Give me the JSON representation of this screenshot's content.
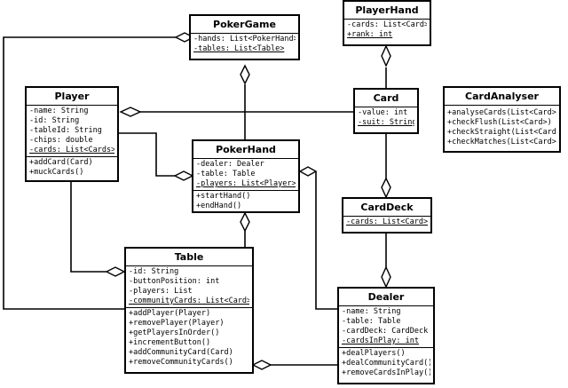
{
  "classes": {
    "poker_game": {
      "name": "PokerGame",
      "attributes": [
        "-hands: List<PokerHand>",
        "-tables: List<Table>"
      ],
      "operations": []
    },
    "player_hand": {
      "name": "PlayerHand",
      "attributes": [
        "-cards: List<Card>",
        "+rank: int"
      ],
      "operations": []
    },
    "player": {
      "name": "Player",
      "attributes": [
        "-name: String",
        "-id: String",
        "-tableId: String",
        "-chips: double",
        "-cards: List<Cards>"
      ],
      "operations": [
        "+addCard(Card)",
        "+muckCards()"
      ]
    },
    "card": {
      "name": "Card",
      "attributes": [
        "-value: int",
        "-suit: String"
      ],
      "operations": []
    },
    "card_analyser": {
      "name": "CardAnalyser",
      "attributes": [],
      "operations": [
        "+analyseCards(List<Card>)",
        "+checkFlush(List<Card>)",
        "+checkStraight(List<Card>)",
        "+checkMatches(List<Card>)"
      ]
    },
    "poker_hand": {
      "name": "PokerHand",
      "attributes": [
        "-dealer: Dealer",
        "-table: Table",
        "-players: List<Player>"
      ],
      "operations": [
        "+startHand()",
        "+endHand()"
      ]
    },
    "card_deck": {
      "name": "CardDeck",
      "attributes": [
        "-cards: List<Card>"
      ],
      "operations": []
    },
    "table": {
      "name": "Table",
      "attributes": [
        "-id: String",
        "-buttonPosition: int",
        "-players: List",
        "-communityCards: List<Card>"
      ],
      "operations": [
        "+addPlayer(Player)",
        "+removePlayer(Player)",
        "+getPlayersInOrder()",
        "+incrementButton()",
        "+addCommunityCard(Card)",
        "+removeCommunityCards()"
      ]
    },
    "dealer": {
      "name": "Dealer",
      "attributes": [
        "-name: String",
        "-table: Table",
        "-cardDeck: CardDeck",
        "-cardsInPlay: int"
      ],
      "operations": [
        "+dealPlayers()",
        "+dealCommunityCard()",
        "+removeCardsInPlay()"
      ]
    }
  }
}
